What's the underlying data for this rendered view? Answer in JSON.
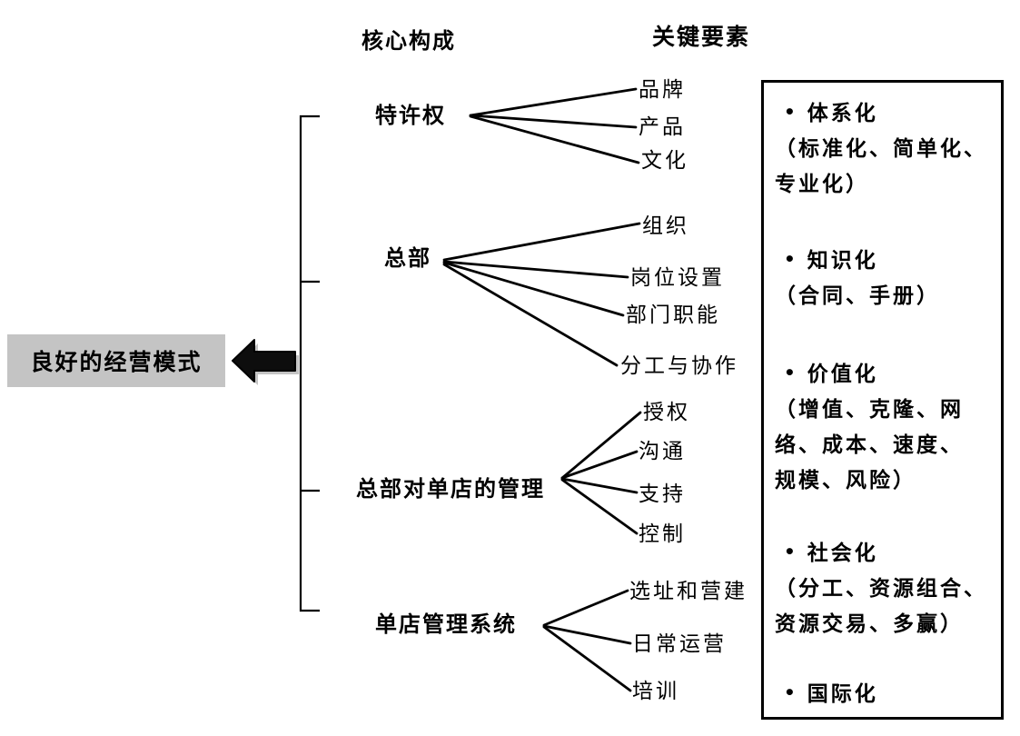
{
  "headers": {
    "core": "核心构成",
    "key": "关键要素"
  },
  "result_box": {
    "label": "良好的经营模式"
  },
  "branches": [
    {
      "label": "特许权",
      "children": [
        "品牌",
        "产品",
        "文化"
      ]
    },
    {
      "label": "总部",
      "children": [
        "组织",
        "岗位设置",
        "部门职能",
        "分工与协作"
      ]
    },
    {
      "label": "总部对单店的管理",
      "children": [
        "授权",
        "沟通",
        "支持",
        "控制"
      ]
    },
    {
      "label": "单店管理系统",
      "children": [
        "选址和营建",
        "日常运营",
        "培训"
      ]
    }
  ],
  "key_elements": {
    "bullet": "•",
    "items": [
      {
        "title": "体系化",
        "lines": [
          "（标准化、简单化、",
          "专业化）"
        ]
      },
      {
        "title": "知识化",
        "lines": [
          "（合同、手册）"
        ]
      },
      {
        "title": "价值化",
        "lines": [
          "（增值、克隆、网",
          "络、成本、速度、",
          "规模、风险）"
        ]
      },
      {
        "title": "社会化",
        "lines": [
          "（分工、资源组合、",
          "资源交易、多赢）"
        ]
      },
      {
        "title": "国际化",
        "lines": []
      }
    ]
  },
  "colors": {
    "line": "#000000",
    "result_box_fill": "#c4c4c4",
    "arrow_fill": "#0d0d0d",
    "arrow_shadow": "#b0b0b0"
  }
}
